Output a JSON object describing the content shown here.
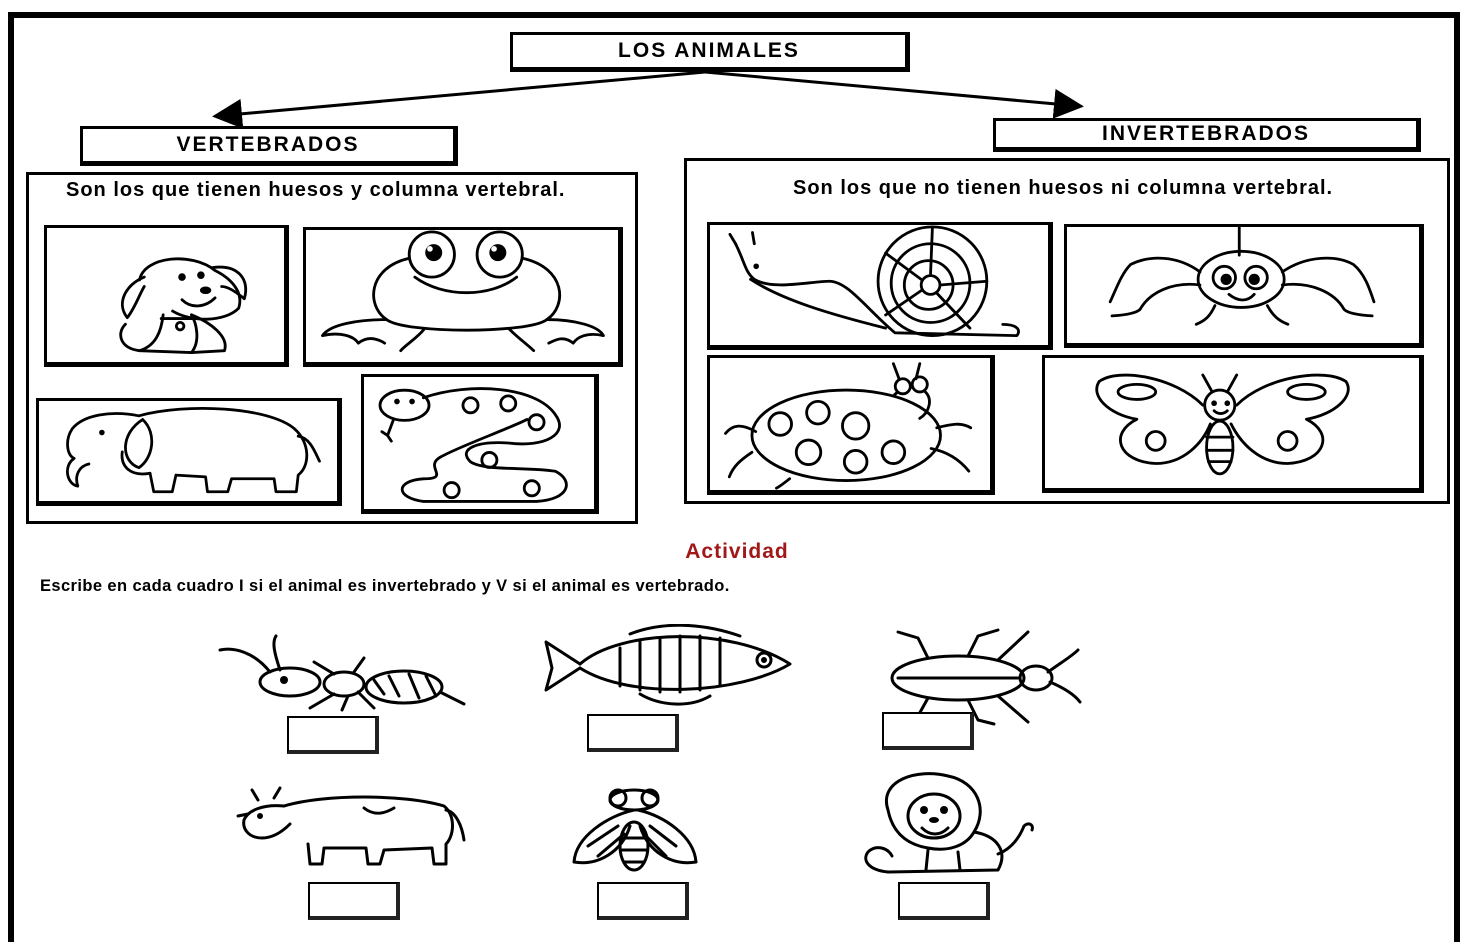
{
  "header": {
    "title": "LOS ANIMALES"
  },
  "vertebrates": {
    "heading": "VERTEBRADOS",
    "description": "Son los que tienen huesos y columna vertebral.",
    "pictures": [
      "dog-icon",
      "frog-icon",
      "elephant-icon",
      "snake-icon"
    ]
  },
  "invertebrates": {
    "heading": "INVERTEBRADOS",
    "description": "Son los que no tienen huesos ni columna vertebral.",
    "pictures": [
      "snail-icon",
      "spider-icon",
      "ladybug-icon",
      "butterfly-icon"
    ]
  },
  "activity": {
    "title": "Actividad",
    "instruction": "Escribe en cada cuadro I si el animal es invertebrado y V si el animal es vertebrado.",
    "animals": [
      "ant-icon",
      "fish-icon",
      "beetle-icon",
      "cow-icon",
      "fly-icon",
      "lion-icon"
    ]
  },
  "colors": {
    "activity_title": "#a01818",
    "lines": "#000000"
  }
}
